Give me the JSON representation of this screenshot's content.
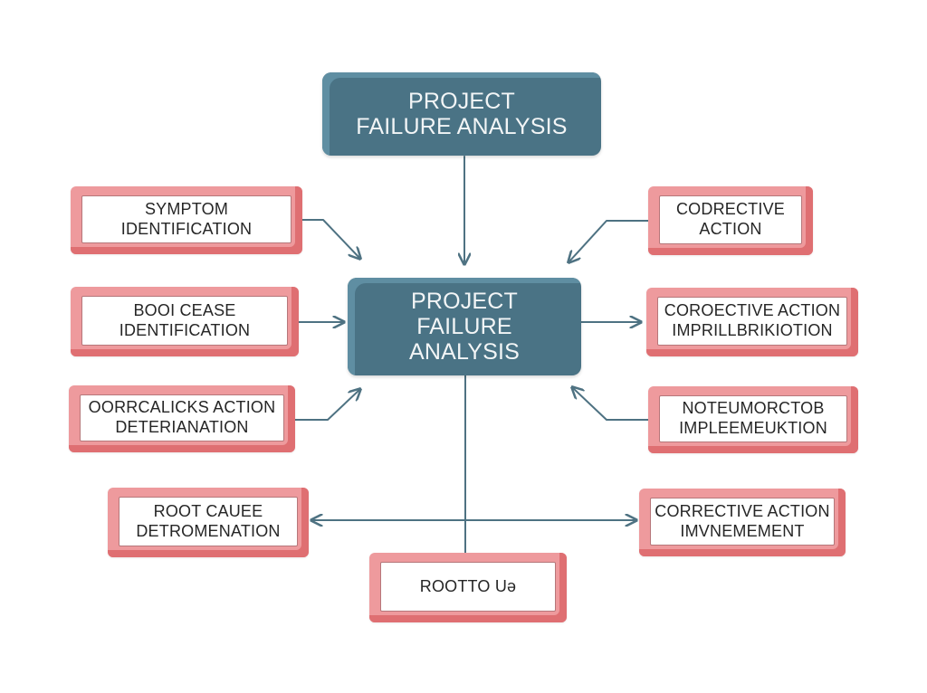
{
  "diagram": {
    "colors": {
      "hub_fill": "#4a7385",
      "hub_highlight": "#5f8ea2",
      "node_fill": "#ee9a9d",
      "node_shadow": "#df6f72",
      "connector": "#4e7282",
      "text_dark": "#262626",
      "text_light": "#f2f5f6"
    },
    "hubs": {
      "top": {
        "lines": [
          "PROJECT",
          "FAILURE ANALYSIS"
        ]
      },
      "center": {
        "lines": [
          "PROJECT",
          "FAILURE",
          "ANALYSIS"
        ]
      }
    },
    "nodes": {
      "symptom_identification": {
        "lines": [
          "SYMPTOM",
          "IDENTIFICATION"
        ]
      },
      "root_case_identification": {
        "lines": [
          "BOOI CEASE",
          "IDENTIFICATION"
        ]
      },
      "action_deteranation": {
        "lines": [
          "OORRCALICKS ACTION",
          "DETERIANATION"
        ]
      },
      "root_cause_detromenation": {
        "lines": [
          "ROOT CAUEE",
          "DETROMENATION"
        ]
      },
      "corrective_action": {
        "lines": [
          "CODRECTIVE",
          "ACTION"
        ]
      },
      "corrective_action_implementation": {
        "lines": [
          "COROECTIVE ACTION",
          "IMPRILLBRIKIOTION"
        ]
      },
      "note_implementation": {
        "lines": [
          "NOTEUMORCTOB",
          "IMPLEEMEUKTION"
        ]
      },
      "corrective_action_improvement": {
        "lines": [
          "CORRECTIVE ACTION",
          "IMVNEMEMENT"
        ]
      },
      "rootto": {
        "lines": [
          "ROOTTO Uə"
        ]
      }
    },
    "edges": [
      {
        "from": "hub_top",
        "to": "hub_center",
        "style": "arrow"
      },
      {
        "from": "symptom_identification",
        "to": "hub_center",
        "style": "elbow-arrow"
      },
      {
        "from": "root_case_identification",
        "to": "hub_center",
        "style": "arrow"
      },
      {
        "from": "action_deteranation",
        "to": "hub_center",
        "style": "elbow-arrow"
      },
      {
        "from": "corrective_action",
        "to": "hub_center",
        "style": "elbow-arrow"
      },
      {
        "from": "hub_center",
        "to": "corrective_action_implementation",
        "style": "arrow"
      },
      {
        "from": "note_implementation",
        "to": "hub_center",
        "style": "elbow-arrow"
      },
      {
        "from": "hub_center",
        "to": "rootto",
        "style": "line"
      },
      {
        "from": "hub_center",
        "to": "root_cause_detromenation",
        "style": "arrow"
      },
      {
        "from": "hub_center",
        "to": "corrective_action_improvement",
        "style": "arrow"
      }
    ]
  }
}
